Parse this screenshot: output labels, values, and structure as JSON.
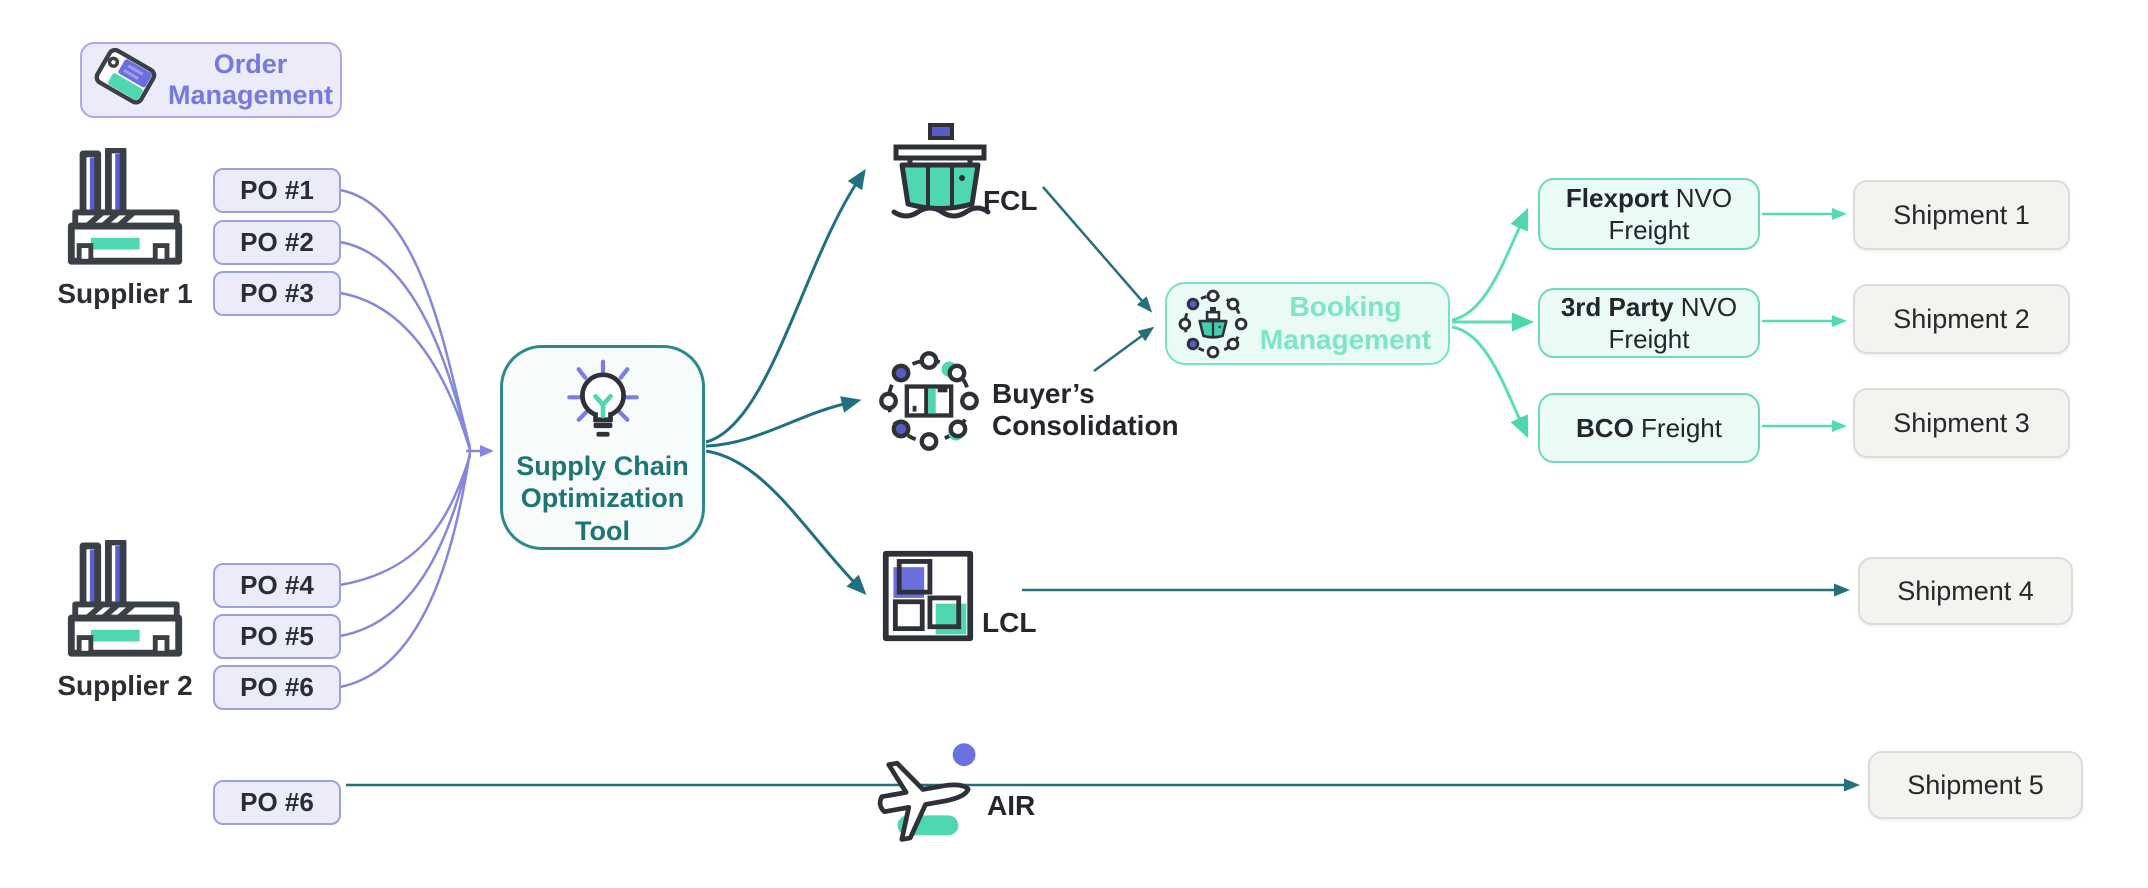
{
  "order_management": {
    "line1": "Order",
    "line2": "Management"
  },
  "supplier1": {
    "label": "Supplier 1"
  },
  "supplier2": {
    "label": "Supplier 2"
  },
  "pos": [
    {
      "label": "PO #1"
    },
    {
      "label": "PO #2"
    },
    {
      "label": "PO #3"
    },
    {
      "label": "PO #4"
    },
    {
      "label": "PO #5"
    },
    {
      "label": "PO #6"
    },
    {
      "label": "PO #6"
    }
  ],
  "tool": {
    "line1": "Supply Chain",
    "line2": "Optimization",
    "line3": "Tool"
  },
  "modes": {
    "fcl": "FCL",
    "buyers_line1": "Buyer’s",
    "buyers_line2": "Consolidation",
    "lcl": "LCL",
    "air": "AIR"
  },
  "booking": {
    "line1": "Booking",
    "line2": "Management"
  },
  "freight": [
    {
      "bold": "Flexport",
      "rest": " NVO",
      "line2": "Freight"
    },
    {
      "bold": "3rd Party",
      "rest": " NVO",
      "line2": "Freight"
    },
    {
      "bold": "BCO",
      "rest": " Freight",
      "line2": ""
    }
  ],
  "shipments": [
    {
      "label": "Shipment 1"
    },
    {
      "label": "Shipment 2"
    },
    {
      "label": "Shipment 3"
    },
    {
      "label": "Shipment 4"
    },
    {
      "label": "Shipment 5"
    }
  ],
  "colors": {
    "connector_purple": "#8487dd",
    "connector_teal_dark": "#20707f",
    "connector_mint": "#5ddcba",
    "accent_teal": "#4fd7b2",
    "accent_purple": "#6b6fdd"
  }
}
